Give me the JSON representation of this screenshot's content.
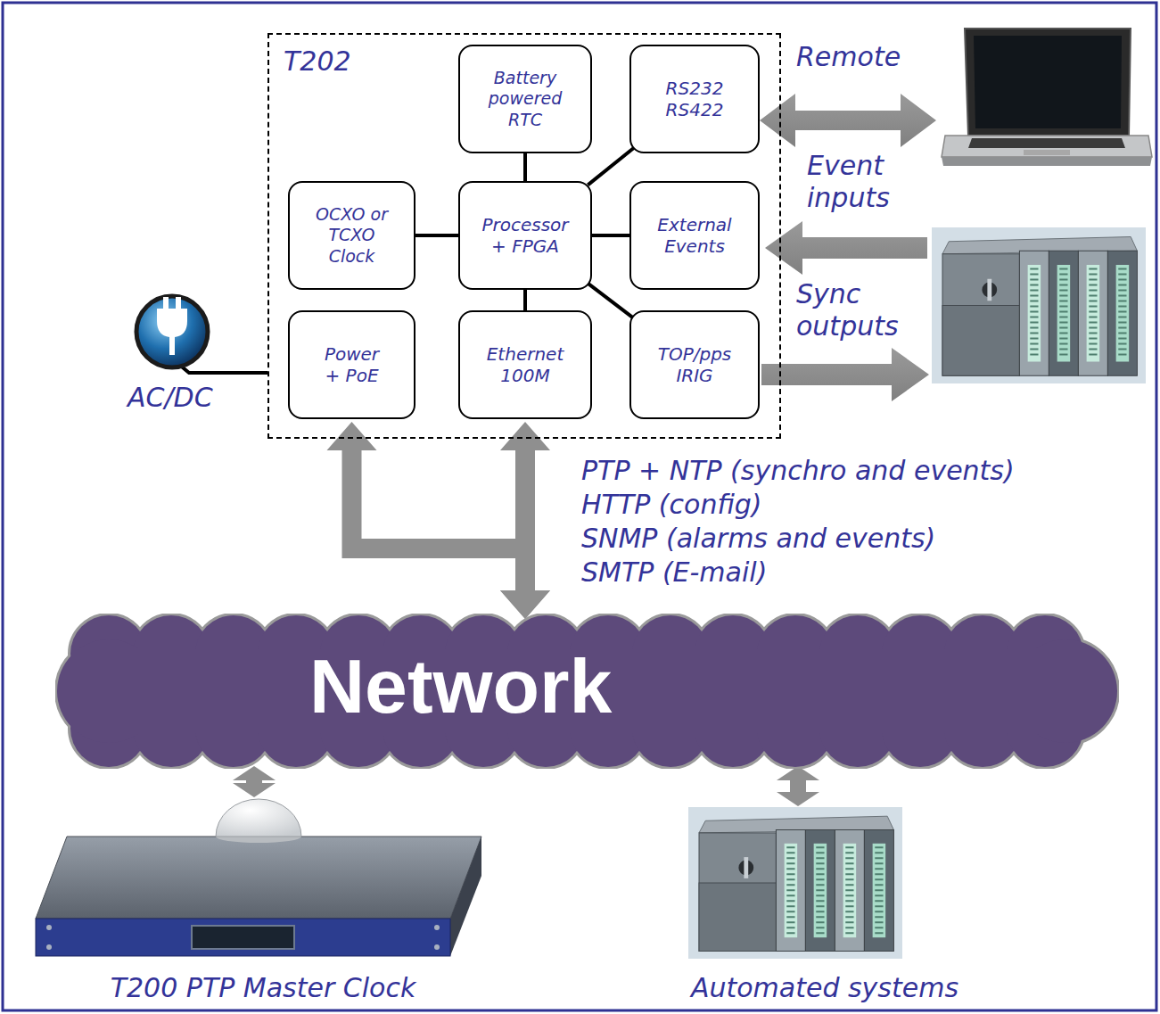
{
  "diagram": {
    "nodes": [
      {
        "text": [
          "T202"
        ]
      },
      {
        "text": [
          "Battery powered RTC"
        ],
        "in": 0
      },
      {
        "text": [
          "RS232 RS422"
        ],
        "in": 0
      },
      {
        "text": [
          "OCXO or TCXO Clock"
        ],
        "in": 0
      },
      {
        "text": [
          "Processor + FPGA"
        ],
        "in": 0
      },
      {
        "text": [
          "External Events"
        ],
        "in": 0
      },
      {
        "text": [
          "Power + PoE"
        ],
        "in": 0
      },
      {
        "text": [
          "Ethernet 100M"
        ],
        "in": 0
      },
      {
        "text": [
          "TOP/pps IRIG"
        ],
        "in": 0
      },
      {
        "text": [
          "Network"
        ]
      },
      {
        "text": [
          "T200 PTP Master Clock"
        ]
      },
      {
        "text": [
          "Automated systems"
        ]
      }
    ],
    "edges": [
      {
        "from": 1,
        "to": 4,
        "arrow": "none"
      },
      {
        "from": 3,
        "to": 4,
        "arrow": "none"
      },
      {
        "from": 4,
        "to": 2,
        "arrow": "none"
      },
      {
        "from": 4,
        "to": 5,
        "arrow": "none"
      },
      {
        "from": 4,
        "to": 8,
        "arrow": "none"
      },
      {
        "from": 4,
        "to": 7,
        "arrow": "none"
      },
      {
        "from": 7,
        "to": 9,
        "arrow": "both"
      },
      {
        "from": 6,
        "to": 9,
        "arrow": "both"
      },
      {
        "from": 9,
        "to": 10,
        "arrow": "both"
      },
      {
        "from": 9,
        "to": 11,
        "arrow": "both"
      }
    ],
    "labels": [
      "Remote",
      "Event inputs",
      "Sync outputs",
      "AC/DC",
      "PTP + NTP (synchro and events)",
      "HTTP (config)",
      "SNMP (alarms and events)",
      "SMTP (E-mail)"
    ]
  }
}
